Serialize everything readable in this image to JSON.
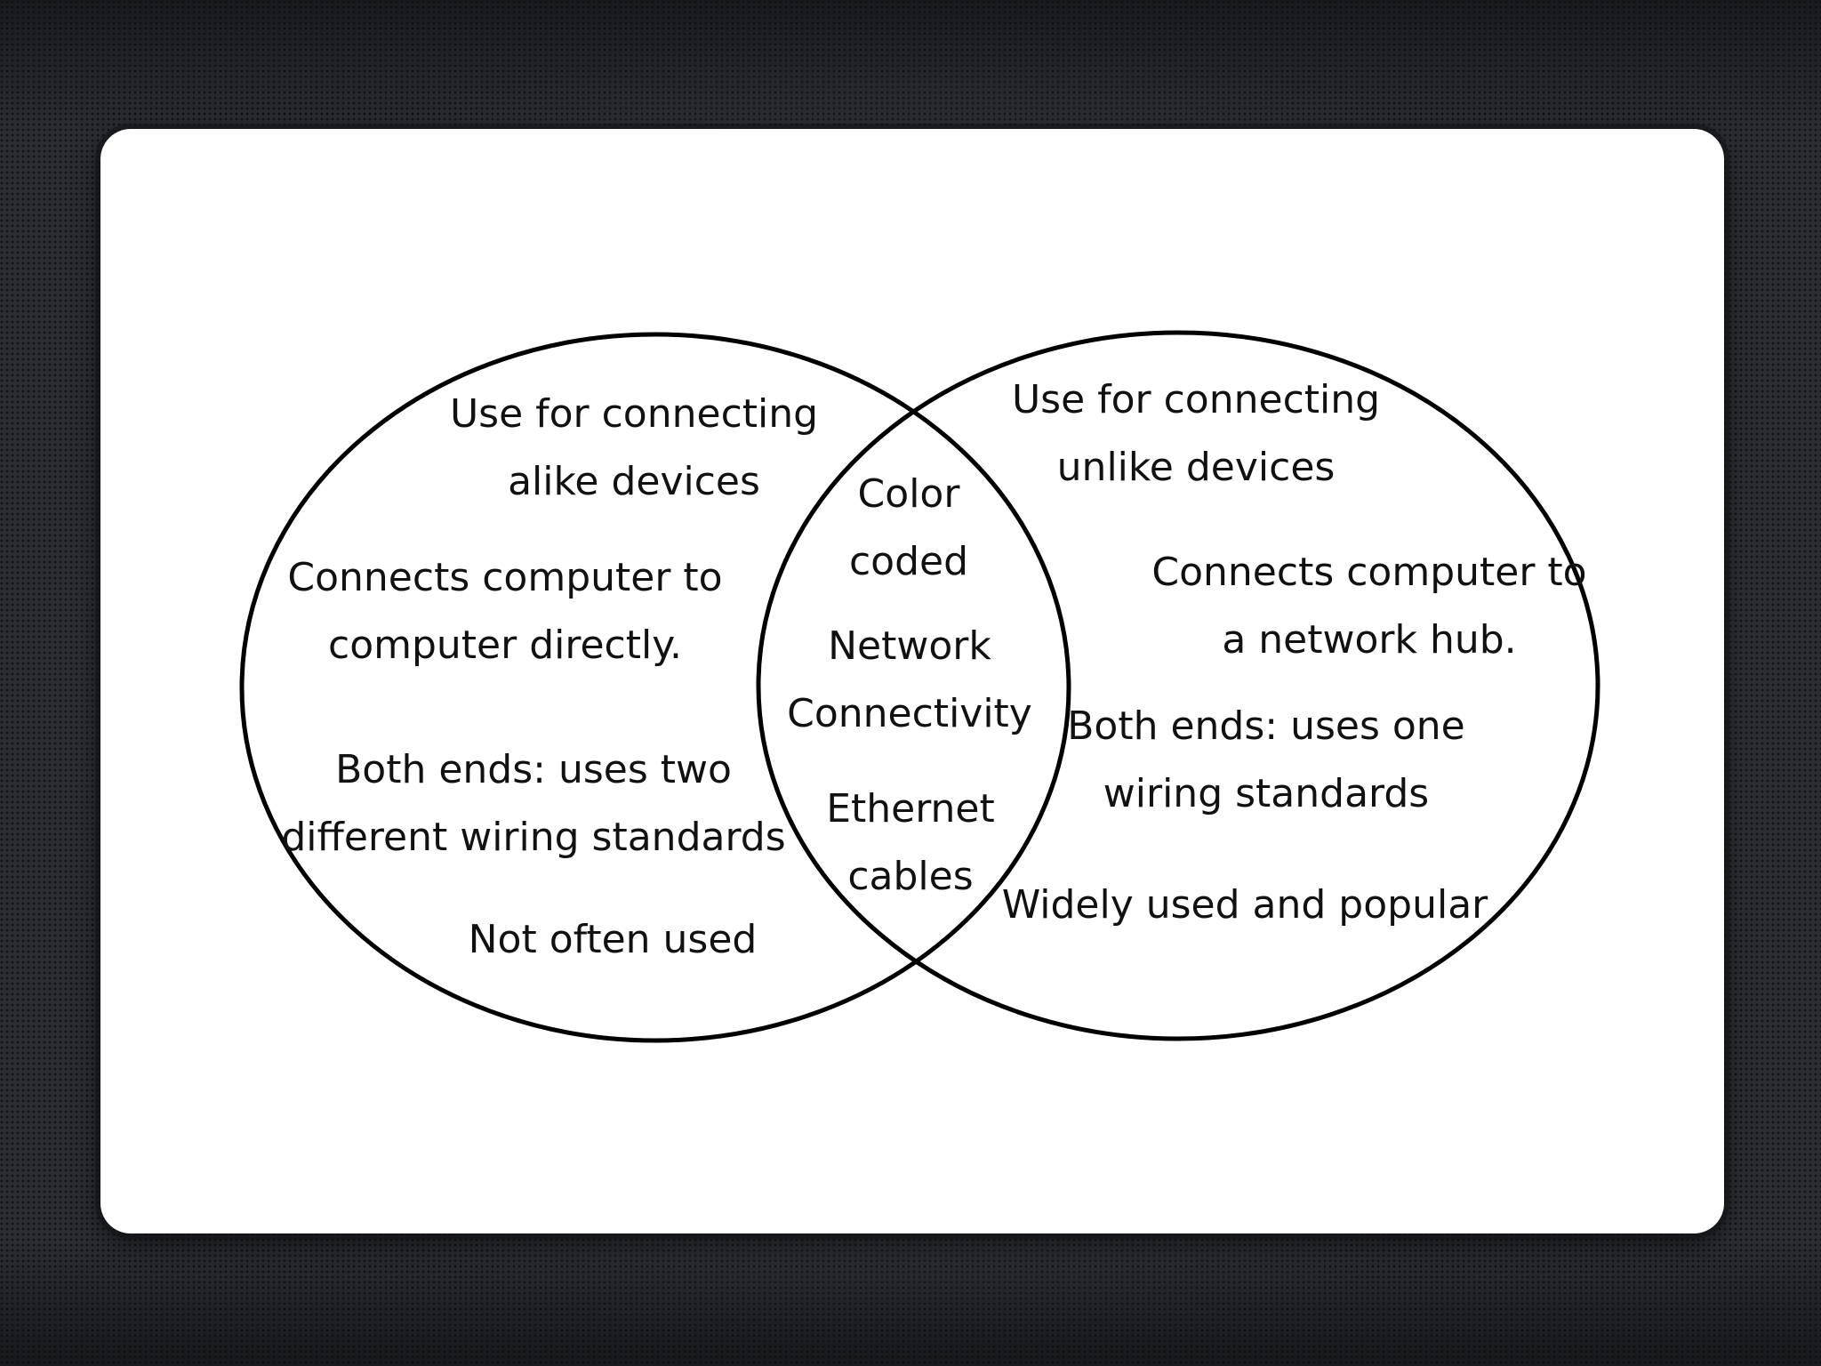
{
  "venn": {
    "left": {
      "lines": [
        "Use for connecting",
        "alike devices",
        "Connects computer to",
        "computer directly.",
        "Both ends: uses two",
        "different wiring standards",
        "Not often used"
      ]
    },
    "overlap": {
      "lines": [
        "Color",
        "coded",
        "Network",
        "Connectivity",
        "Ethernet",
        "cables"
      ]
    },
    "right": {
      "lines": [
        "Use for connecting",
        "unlike devices",
        "Connects computer to",
        "a network hub.",
        "Both ends: uses one",
        "wiring standards",
        "Widely used and popular"
      ]
    }
  }
}
